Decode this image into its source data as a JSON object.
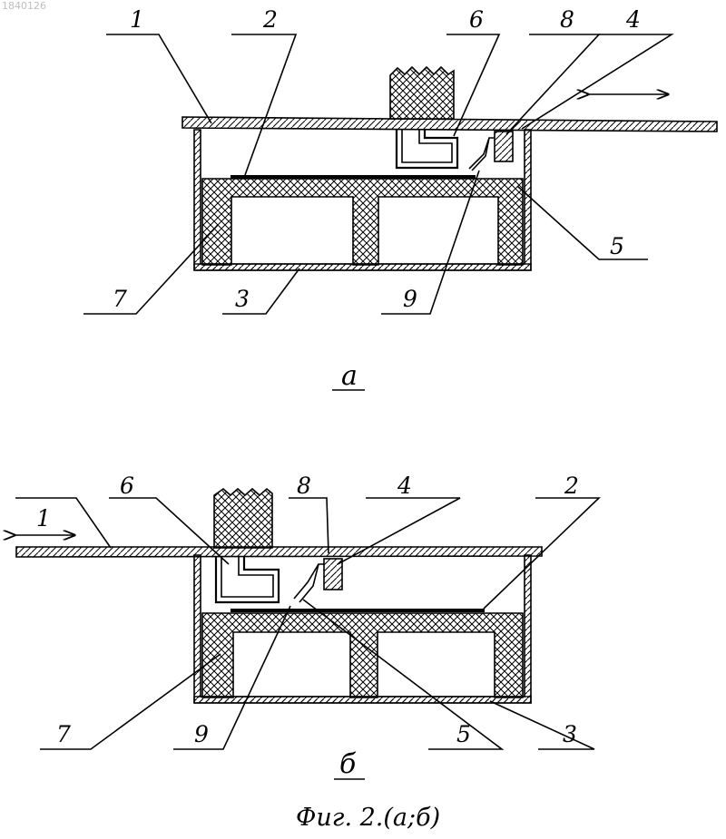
{
  "doc_number": "1840126",
  "caption": "Фиг. 2.(а;б)",
  "view_a": {
    "sublabel": "а",
    "labels": {
      "p1": "1",
      "p2": "2",
      "p3": "3",
      "p4": "4",
      "p5": "5",
      "p6": "6",
      "p7": "7",
      "p8": "8",
      "p9": "9"
    }
  },
  "view_b": {
    "sublabel": "б",
    "labels": {
      "p1": "1",
      "p2": "2",
      "p3": "3",
      "p4": "4",
      "p5": "5",
      "p6": "6",
      "p7": "7",
      "p8": "8",
      "p9": "9"
    }
  }
}
